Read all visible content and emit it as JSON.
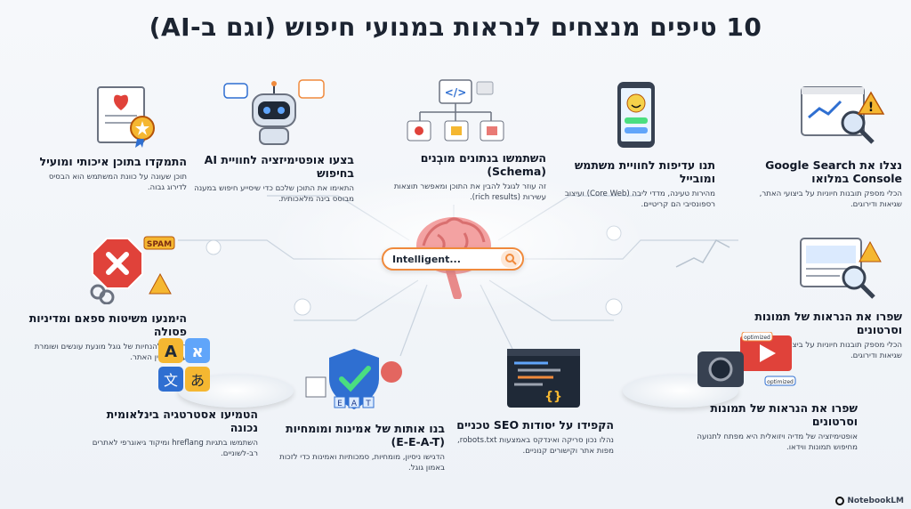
{
  "title": "10 טיפים מנצחים לנראות במנועי חיפוש (וגם ב-AI)",
  "search": {
    "text": "Intelligent..."
  },
  "watermark": "NotebookLM",
  "colors": {
    "accent": "#f08a3c",
    "blue": "#2f6fd1",
    "red": "#e0423a",
    "yellow": "#f5b731"
  },
  "tips": [
    {
      "id": "quality-content",
      "icon": "certificate-icon",
      "heading": "התמקדו בתוכן איכותי ומועיל",
      "body": "תוכן שעונה על כוונת המשתמש הוא הבסיס לדירוג גבוה."
    },
    {
      "id": "ai-experience",
      "icon": "robot-icon",
      "heading": "בצעו אופטימיזציה לחוויית AI בחיפוש",
      "body": "התאימו את התוכן שלכם כדי שיסייע חיפוש במענה מבוסס בינה מלאכותית."
    },
    {
      "id": "schema",
      "icon": "code-tree-icon",
      "heading": "השתמשו בנתונים מובְנים (Schema)",
      "body": "זה עוזר לגוגל להבין את התוכן ומאפשר תוצאות עשירות (rich results)."
    },
    {
      "id": "mobile-ux",
      "icon": "smartphone-icon",
      "heading": "תנו עדיפות לחוויית משתמש ומובייל",
      "body": "מהירות טעינה, מדדי ליבה (Core Web) ועיצוב רספונסיבי הם קריטיים."
    },
    {
      "id": "search-console",
      "icon": "analytics-icon",
      "heading": "נצלו את Google Search Console במלואו",
      "body": "הכלי מספק תובנות חיוניות על ביצועי האתר, שגיאות ודירוגים."
    },
    {
      "id": "spam",
      "icon": "spam-stop-icon",
      "heading": "הימנעו משיטות ספאם ומדיניות פסולה",
      "body": "היצמדו להנחיות של גוגל מונעת עונשים ושומרת על מוניטין האתר."
    },
    {
      "id": "images-videos-1",
      "icon": "image-search-icon",
      "heading": "שפרו את הנראות של תמונות וסרטונים",
      "body": "הכלי מספק תובנות חיוניות על ביצועי האתר, שגיאות ודירוגים."
    },
    {
      "id": "multilingual",
      "icon": "translate-icon",
      "heading": "הטמיעו אסטרטגיה בינלאומית נכונה",
      "body": "השתמשו בתגיות hreflang ומיקוד גיאוגרפי לאתרים רב-לשוניים."
    },
    {
      "id": "eeat",
      "icon": "shield-check-icon",
      "heading": "בנו אותות של אמינות ומומחיות (E-E-A-T)",
      "body": "הדגישו ניסיון, מומחיות, סמכותיות ואמינות כדי לזכות באמון גוגל."
    },
    {
      "id": "technical-seo",
      "icon": "code-editor-icon",
      "heading": "הקפידו על יסודות SEO טכניים",
      "body": "נהלו נכון סריקה ואינדקס באמצעות robots.txt, מפות אתר וקישורים קנוניים."
    },
    {
      "id": "images-videos-2",
      "icon": "camera-video-icon",
      "heading": "שפרו את הנראות של תמונות וסרטונים",
      "body": "אופטימיזציה של מדיה ויזואלית היא מפתח לתנועה מחיפוש תמונות ווידאו."
    }
  ],
  "badges": {
    "spam": "SPAM",
    "optimized": "optimized",
    "eeat": [
      "E",
      "A",
      "T"
    ]
  }
}
